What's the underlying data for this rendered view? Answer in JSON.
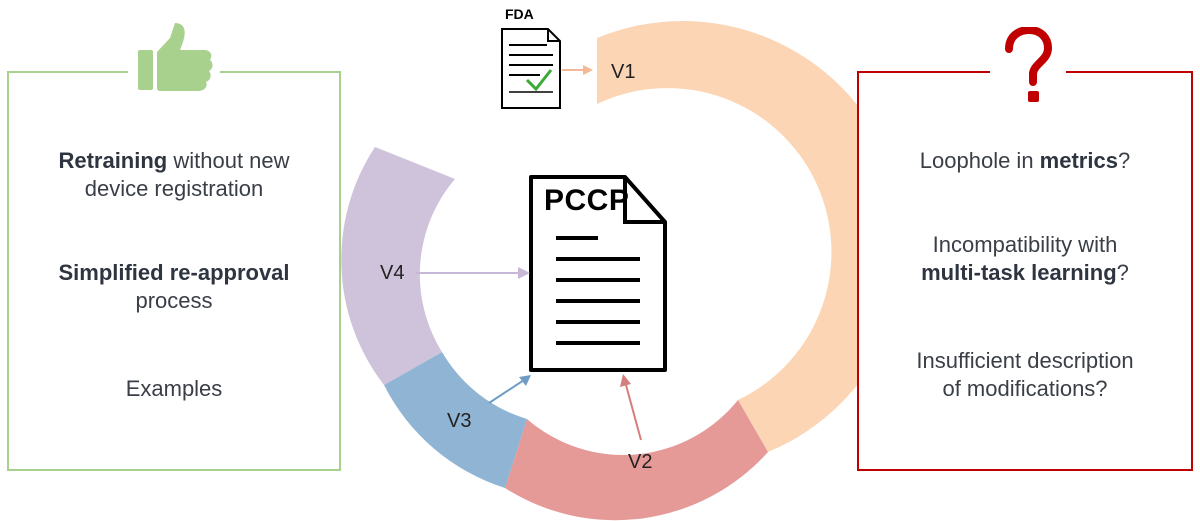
{
  "pros": {
    "items": [
      {
        "bold": "Retraining",
        "rest_line1": " without new",
        "line2": "device registration"
      },
      {
        "bold": "Simplified re-approval",
        "line2": "process"
      },
      {
        "text": "Examples"
      }
    ],
    "icon": "thumbs-up-icon",
    "color": "#a9d18e"
  },
  "cons": {
    "items": [
      {
        "pre": "Loophole in ",
        "bold": "metrics",
        "post": "?"
      },
      {
        "line1": "Incompatibility with",
        "bold": "multi-task learning",
        "post": "?"
      },
      {
        "line1": "Insufficient description",
        "line2": "of modifications?"
      }
    ],
    "icon": "question-mark-icon",
    "color": "#c00000"
  },
  "center": {
    "fda_label": "FDA",
    "document_label": "PCCP",
    "versions": [
      "V1",
      "V2",
      "V3",
      "V4"
    ],
    "version_colors": {
      "V1": "#fcd5b5",
      "V2": "#e59a98",
      "V3": "#8fb4d4",
      "V4": "#cfc3dc"
    }
  }
}
